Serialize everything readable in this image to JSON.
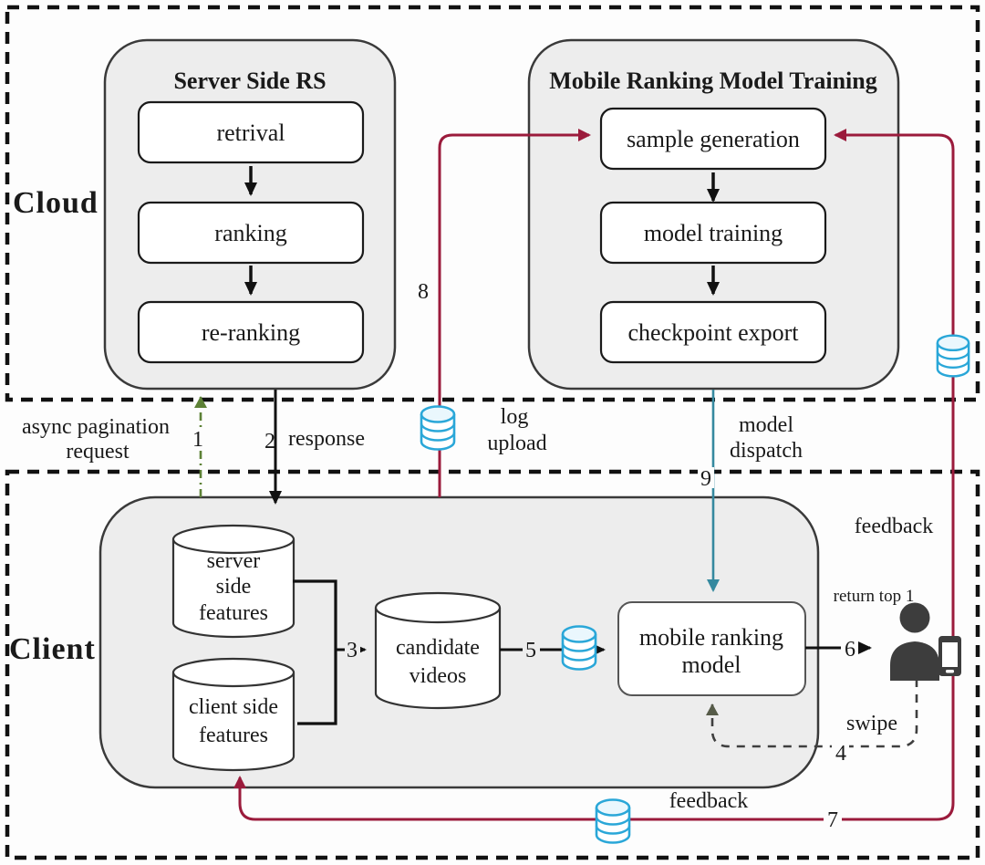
{
  "colors": {
    "crimson_line": "#9b1b3c",
    "teal_line": "#35899f",
    "green_line": "#5d8136",
    "database_icon_stroke": "#2aa7d8",
    "region_box_fill": "#ededed",
    "person_icon": "#3d3d3d",
    "flow_line": "#111111"
  },
  "regions": {
    "cloud": "Cloud",
    "client": "Client"
  },
  "server_side_rs": {
    "title": "Server Side RS",
    "steps": [
      "retrival",
      "ranking",
      "re-ranking"
    ]
  },
  "mobile_ranking_model_training": {
    "title": "Mobile Ranking Model Training",
    "steps": [
      "sample generation",
      "model training",
      "checkpoint export"
    ]
  },
  "client_area": {
    "server_side_features": [
      "server",
      "side",
      "features"
    ],
    "client_side_features": [
      "client side",
      "features"
    ],
    "candidate_videos": [
      "candidate",
      "videos"
    ],
    "mobile_ranking_model": [
      "mobile ranking",
      "model"
    ]
  },
  "edge_labels": {
    "async_pagination": [
      "async pagination",
      "request"
    ],
    "response": "response",
    "log_upload": [
      "log",
      "upload"
    ],
    "model_dispatch": [
      "model",
      "dispatch"
    ],
    "feedback_right": "feedback",
    "feedback_bottom": "feedback",
    "return_top_1": "return top 1",
    "swipe": "swipe"
  },
  "edge_numbers": {
    "n1": "1",
    "n2": "2",
    "n3": "3",
    "n4": "4",
    "n5": "5",
    "n6": "6",
    "n7": "7",
    "n8": "8",
    "n9": "9"
  }
}
